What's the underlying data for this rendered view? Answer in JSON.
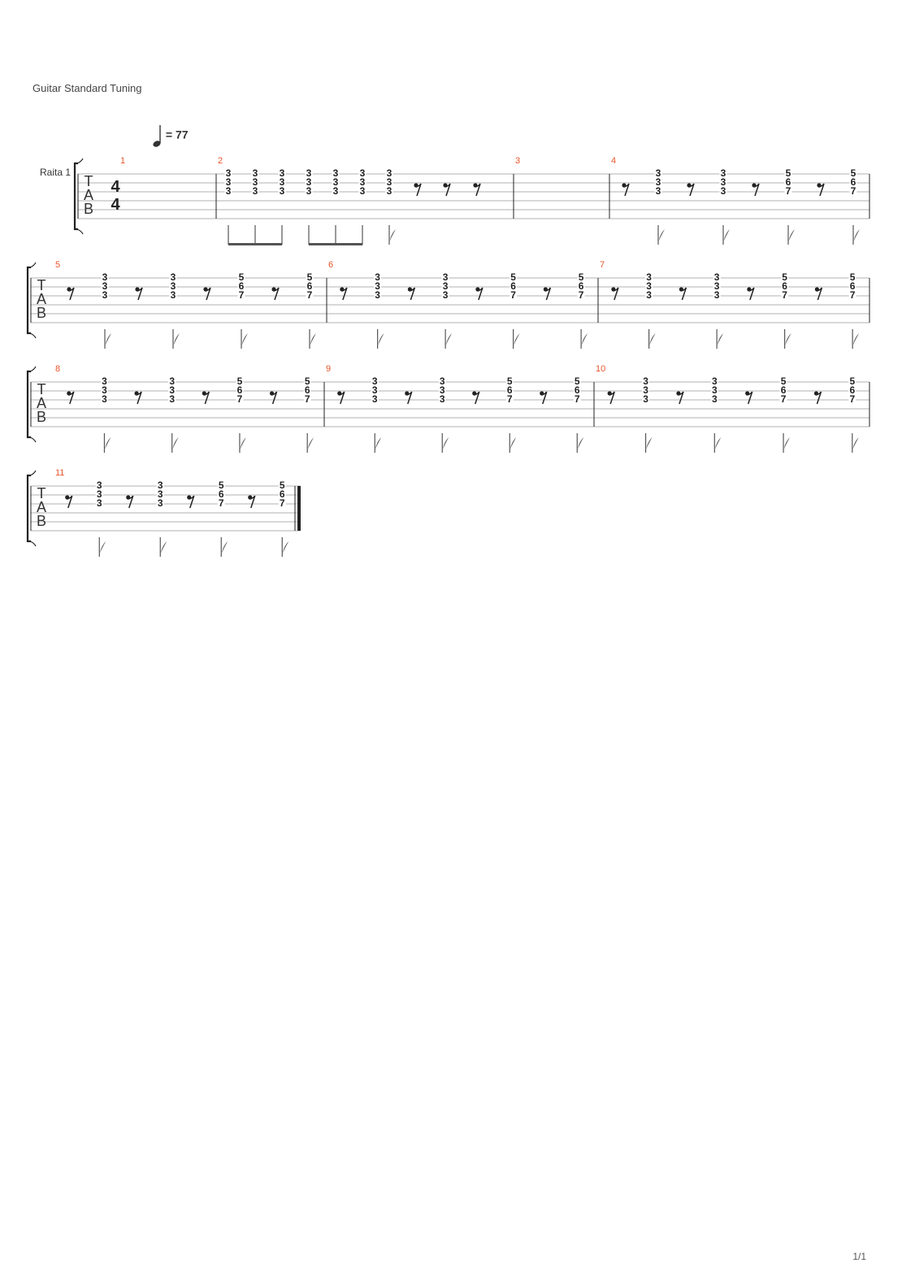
{
  "header": {
    "tuning": "Guitar Standard Tuning",
    "tempo_prefix": "=",
    "tempo_value": "77",
    "track_name": "Raita 1",
    "page_number": "1/1"
  },
  "clef": {
    "letters": [
      "T",
      "A",
      "B"
    ]
  },
  "time_signature": {
    "top": "4",
    "bottom": "4"
  },
  "colors": {
    "measure_number": "#e8552b",
    "staff_line": "#999999",
    "ink": "#222222"
  },
  "measures": [
    {
      "number": "1",
      "events": []
    },
    {
      "number": "2",
      "events": [
        {
          "type": "note",
          "frets": [
            "3",
            "3",
            "3"
          ]
        },
        {
          "type": "note",
          "frets": [
            "3",
            "3",
            "3"
          ]
        },
        {
          "type": "note",
          "frets": [
            "3",
            "3",
            "3"
          ]
        },
        {
          "type": "note",
          "frets": [
            "3",
            "3",
            "3"
          ]
        },
        {
          "type": "note",
          "frets": [
            "3",
            "3",
            "3"
          ]
        },
        {
          "type": "note",
          "frets": [
            "3",
            "3",
            "3"
          ]
        },
        {
          "type": "note",
          "frets": [
            "3",
            "3",
            "3"
          ]
        },
        {
          "type": "rest"
        },
        {
          "type": "rest"
        },
        {
          "type": "rest"
        }
      ]
    },
    {
      "number": "3",
      "events": []
    },
    {
      "number": "4",
      "events": [
        {
          "type": "rest"
        },
        {
          "type": "note",
          "frets": [
            "3",
            "3",
            "3"
          ]
        },
        {
          "type": "rest"
        },
        {
          "type": "note",
          "frets": [
            "3",
            "3",
            "3"
          ]
        },
        {
          "type": "rest"
        },
        {
          "type": "note",
          "frets": [
            "5",
            "6",
            "7"
          ]
        },
        {
          "type": "rest"
        },
        {
          "type": "note",
          "frets": [
            "5",
            "6",
            "7"
          ]
        }
      ]
    },
    {
      "number": "5",
      "events": [
        {
          "type": "rest"
        },
        {
          "type": "note",
          "frets": [
            "3",
            "3",
            "3"
          ]
        },
        {
          "type": "rest"
        },
        {
          "type": "note",
          "frets": [
            "3",
            "3",
            "3"
          ]
        },
        {
          "type": "rest"
        },
        {
          "type": "note",
          "frets": [
            "5",
            "6",
            "7"
          ]
        },
        {
          "type": "rest"
        },
        {
          "type": "note",
          "frets": [
            "5",
            "6",
            "7"
          ]
        }
      ]
    },
    {
      "number": "6",
      "events": [
        {
          "type": "rest"
        },
        {
          "type": "note",
          "frets": [
            "3",
            "3",
            "3"
          ]
        },
        {
          "type": "rest"
        },
        {
          "type": "note",
          "frets": [
            "3",
            "3",
            "3"
          ]
        },
        {
          "type": "rest"
        },
        {
          "type": "note",
          "frets": [
            "5",
            "6",
            "7"
          ]
        },
        {
          "type": "rest"
        },
        {
          "type": "note",
          "frets": [
            "5",
            "6",
            "7"
          ]
        }
      ]
    },
    {
      "number": "7",
      "events": [
        {
          "type": "rest"
        },
        {
          "type": "note",
          "frets": [
            "3",
            "3",
            "3"
          ]
        },
        {
          "type": "rest"
        },
        {
          "type": "note",
          "frets": [
            "3",
            "3",
            "3"
          ]
        },
        {
          "type": "rest"
        },
        {
          "type": "note",
          "frets": [
            "5",
            "6",
            "7"
          ]
        },
        {
          "type": "rest"
        },
        {
          "type": "note",
          "frets": [
            "5",
            "6",
            "7"
          ]
        }
      ]
    },
    {
      "number": "8",
      "events": [
        {
          "type": "rest"
        },
        {
          "type": "note",
          "frets": [
            "3",
            "3",
            "3"
          ]
        },
        {
          "type": "rest"
        },
        {
          "type": "note",
          "frets": [
            "3",
            "3",
            "3"
          ]
        },
        {
          "type": "rest"
        },
        {
          "type": "note",
          "frets": [
            "5",
            "6",
            "7"
          ]
        },
        {
          "type": "rest"
        },
        {
          "type": "note",
          "frets": [
            "5",
            "6",
            "7"
          ]
        }
      ]
    },
    {
      "number": "9",
      "events": [
        {
          "type": "rest"
        },
        {
          "type": "note",
          "frets": [
            "3",
            "3",
            "3"
          ]
        },
        {
          "type": "rest"
        },
        {
          "type": "note",
          "frets": [
            "3",
            "3",
            "3"
          ]
        },
        {
          "type": "rest"
        },
        {
          "type": "note",
          "frets": [
            "5",
            "6",
            "7"
          ]
        },
        {
          "type": "rest"
        },
        {
          "type": "note",
          "frets": [
            "5",
            "6",
            "7"
          ]
        }
      ]
    },
    {
      "number": "10",
      "events": [
        {
          "type": "rest"
        },
        {
          "type": "note",
          "frets": [
            "3",
            "3",
            "3"
          ]
        },
        {
          "type": "rest"
        },
        {
          "type": "note",
          "frets": [
            "3",
            "3",
            "3"
          ]
        },
        {
          "type": "rest"
        },
        {
          "type": "note",
          "frets": [
            "5",
            "6",
            "7"
          ]
        },
        {
          "type": "rest"
        },
        {
          "type": "note",
          "frets": [
            "5",
            "6",
            "7"
          ]
        }
      ]
    },
    {
      "number": "11",
      "events": [
        {
          "type": "rest"
        },
        {
          "type": "note",
          "frets": [
            "3",
            "3",
            "3"
          ]
        },
        {
          "type": "rest"
        },
        {
          "type": "note",
          "frets": [
            "3",
            "3",
            "3"
          ]
        },
        {
          "type": "rest"
        },
        {
          "type": "note",
          "frets": [
            "5",
            "6",
            "7"
          ]
        },
        {
          "type": "rest"
        },
        {
          "type": "note",
          "frets": [
            "5",
            "6",
            "7"
          ]
        }
      ]
    }
  ]
}
